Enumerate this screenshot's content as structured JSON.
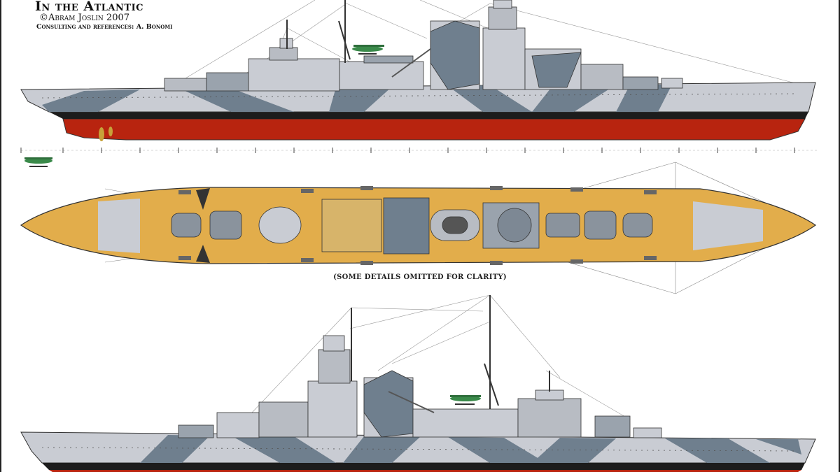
{
  "header": {
    "title": "In the Atlantic",
    "copyright": "©Abram Joslin 2007",
    "consulting": "Consulting and references: A. Bonomi"
  },
  "caption": "(SOME DETAILS OMITTED FOR CLARITY)",
  "colors": {
    "hull_red": "#b8240f",
    "camo_light": "#c9ccd3",
    "camo_dark": "#6f7f8e",
    "deck_tan": "#e2ad4b",
    "boot_black": "#1c1c1c",
    "superstructure": "#b8bcc3"
  }
}
